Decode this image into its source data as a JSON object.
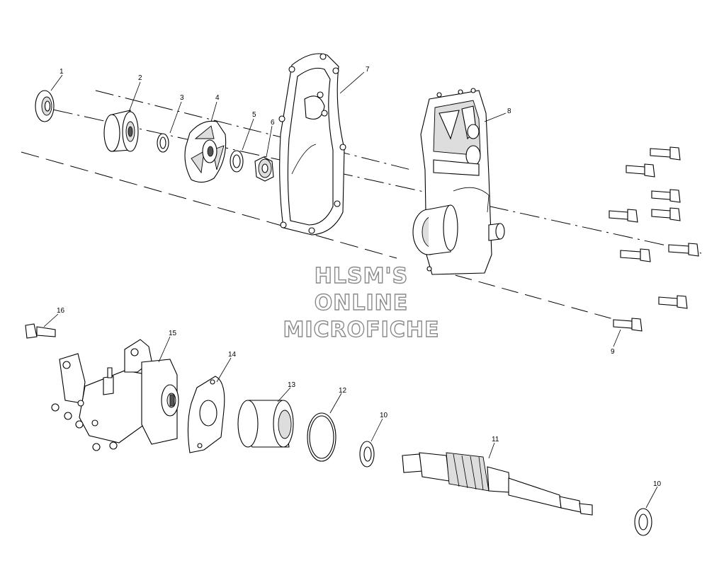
{
  "watermark": {
    "line1": "HLSM'S",
    "line2": "ONLINE",
    "line3": "MICROFICHE"
  },
  "callouts": [
    "1",
    "2",
    "3",
    "4",
    "5",
    "6",
    "7",
    "8",
    "9",
    "10",
    "10",
    "11",
    "12",
    "13",
    "14",
    "15",
    "16"
  ],
  "colors": {
    "line": "#000000",
    "background": "#ffffff",
    "watermark_outline": "#8a8a8a",
    "shading": "#dddddd"
  }
}
